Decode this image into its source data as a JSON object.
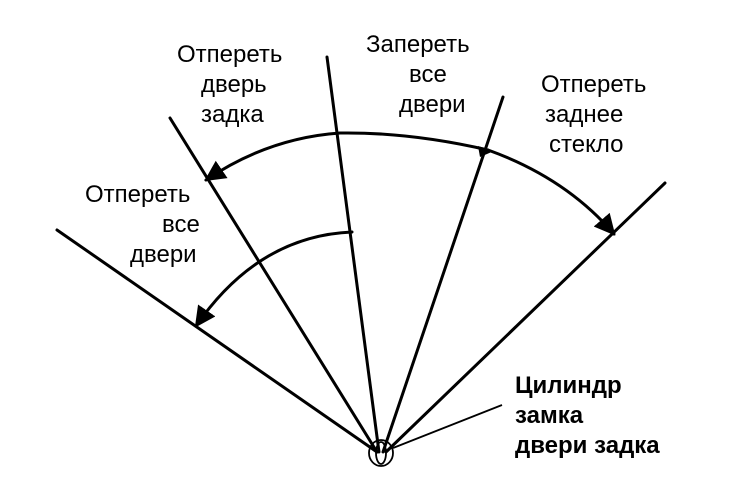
{
  "labels": {
    "unlock_tailgate_door": [
      "Отпереть",
      "дверь",
      "задка"
    ],
    "lock_all_doors": [
      "Запереть",
      "все",
      "двери"
    ],
    "unlock_rear_glass": [
      "Отпереть",
      "заднее",
      "стекло"
    ],
    "unlock_all_doors": [
      "Отпереть",
      "все",
      "двери"
    ],
    "cylinder": [
      "Цилиндр",
      "замка",
      "двери задка"
    ]
  },
  "colors": {
    "ink": "#000000",
    "background": "#ffffff"
  }
}
